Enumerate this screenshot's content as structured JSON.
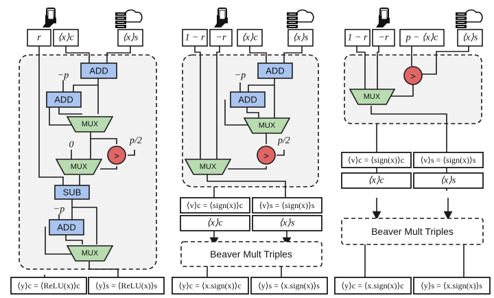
{
  "panels": [
    {
      "name": "relu",
      "inputs": [
        "r",
        "⟨x⟩c",
        "⟨x⟩s"
      ],
      "constants": {
        "neg_p_top": "−p",
        "zero": "0",
        "half_p": "p/2",
        "neg_p_bottom": "−p"
      },
      "blocks": {
        "add1": "ADD",
        "add2": "ADD",
        "mux1": "MUX",
        "cmp": ">",
        "mux2": "MUX",
        "sub": "SUB",
        "add3": "ADD",
        "mux3": "MUX"
      },
      "outputs": [
        "⟨y⟩c = ⟨ReLU(x)⟩c",
        "⟨y⟩s = ⟨ReLU(x)⟩s"
      ]
    },
    {
      "name": "sign-mult",
      "inputs": [
        "1 − r",
        "−r",
        "⟨x⟩c",
        "⟨x⟩s"
      ],
      "constants": {
        "neg_p": "−p",
        "half_p": "p/2"
      },
      "blocks": {
        "add1": "ADD",
        "add2": "ADD",
        "mux1": "MUX",
        "cmp": ">",
        "mux2": "MUX"
      },
      "intermediate": [
        "⟨v⟩c = ⟨sign(x)⟩c",
        "⟨v⟩s = ⟨sign(x)⟩s"
      ],
      "shares": [
        "⟨x⟩c",
        "⟨x⟩s"
      ],
      "beaver": "Beaver Mult Triples",
      "outputs": [
        "⟨y⟩c = ⟨x.sign(x)⟩c",
        "⟨y⟩s = ⟨x.sign(x)⟩s"
      ]
    },
    {
      "name": "sign-mult-optimized",
      "inputs": [
        "1 − r",
        "−r",
        "p − ⟨x⟩c",
        "⟨x⟩s"
      ],
      "blocks": {
        "cmp": ">",
        "mux": "MUX"
      },
      "intermediate": [
        "⟨v⟩c = ⟨sign(x)⟩c",
        "⟨v⟩s = ⟨sign(x)⟩s"
      ],
      "shares": [
        "⟨x⟩c",
        "⟨x⟩s"
      ],
      "beaver": "Beaver Mult Triples",
      "outputs": [
        "⟨y⟩c = ⟨x.sign(x)⟩c",
        "⟨y⟩s = ⟨x.sign(x)⟩s"
      ]
    }
  ],
  "icons": [
    "client-phone-icon",
    "server-cloud-icon"
  ]
}
